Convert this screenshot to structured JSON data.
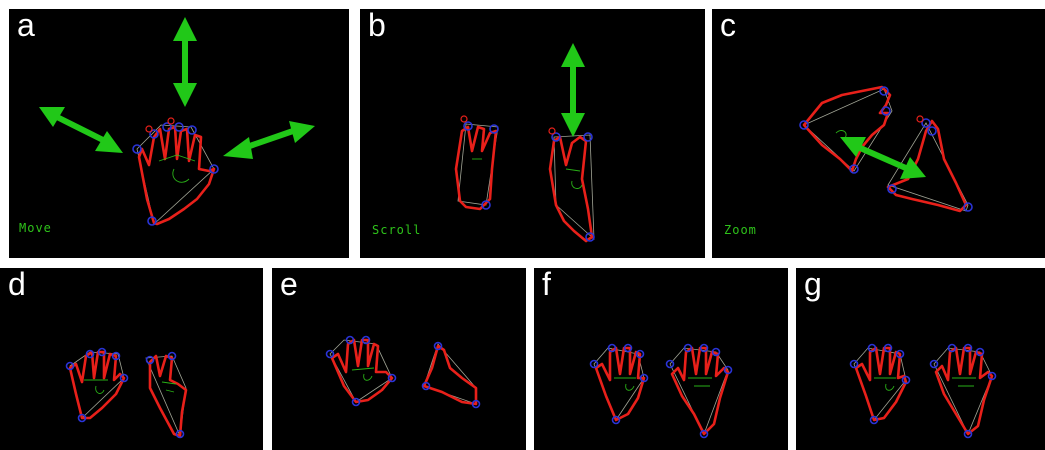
{
  "panels": [
    {
      "letter": "a",
      "caption": "Move"
    },
    {
      "letter": "b",
      "caption": "Scroll"
    },
    {
      "letter": "c",
      "caption": "Zoom"
    },
    {
      "letter": "d",
      "caption": ""
    },
    {
      "letter": "e",
      "caption": ""
    },
    {
      "letter": "f",
      "caption": ""
    },
    {
      "letter": "g",
      "caption": ""
    }
  ],
  "colors": {
    "background": "#000000",
    "hand_contour": "#e8201a",
    "fingertip_marker": "#2a34d8",
    "convex_hull": "#d8dcc8",
    "arrow": "#21c818",
    "caption_text": "#2ec21a",
    "panel_letter": "#ffffff"
  }
}
